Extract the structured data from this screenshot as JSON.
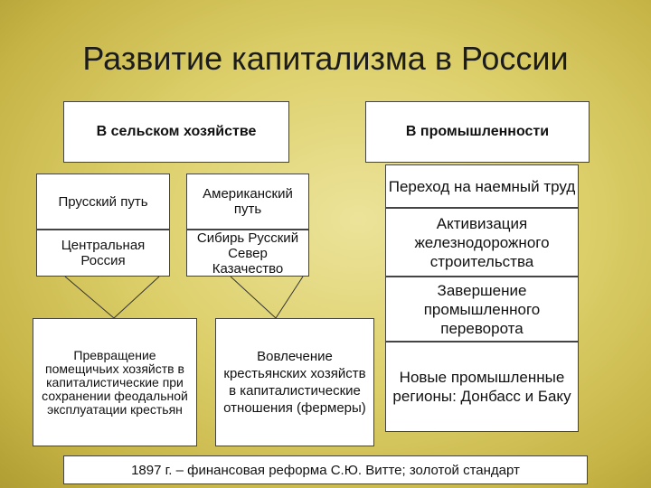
{
  "title": "Развитие капитализма в России",
  "agriculture": {
    "header": "В сельском хозяйстве",
    "prussian": {
      "label": "Прусский путь",
      "regions": "Центральная Россия",
      "result": "Превращение помещичьих хозяйств в капиталистические при сохранении феодальной эксплуатации крестьян"
    },
    "american": {
      "label": "Американский путь",
      "regions": "Сибирь Русский Север Казачество",
      "result": "Вовлечение крестьянских хозяйств в капиталистические отношения (фермеры)"
    }
  },
  "industry": {
    "header": "В промышленности",
    "items": [
      "Переход на наемный труд",
      "Активизация железнодорожного строительства",
      "Завершение промышленного переворота",
      "Новые промышленные регионы: Донбасс и Баку"
    ]
  },
  "footer": "1897 г. – финансовая реформа С.Ю. Витте; золотой стандарт"
}
